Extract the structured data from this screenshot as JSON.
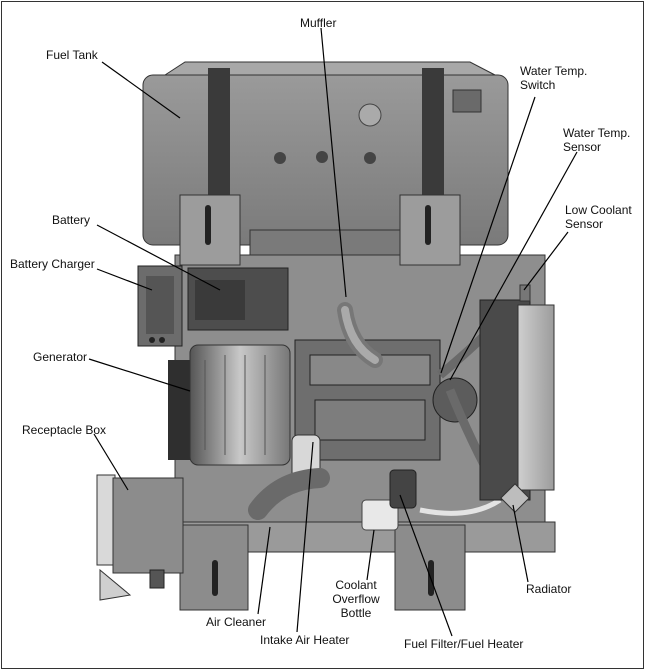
{
  "labels": {
    "muffler": "Muffler",
    "fuel_tank": "Fuel Tank",
    "water_temp_switch": [
      "Water Temp.",
      "Switch"
    ],
    "water_temp_sensor": [
      "Water Temp.",
      "Sensor"
    ],
    "low_coolant_sensor": [
      "Low Coolant",
      "Sensor"
    ],
    "battery": "Battery",
    "battery_charger": "Battery Charger",
    "generator": "Generator",
    "receptacle_box": "Receptacle Box",
    "radiator": "Radiator",
    "coolant_overflow_bottle": [
      "Coolant",
      "Overflow",
      "Bottle"
    ],
    "air_cleaner": "Air Cleaner",
    "intake_air_heater": "Intake Air Heater",
    "fuel_filter_heater": "Fuel Filter/Fuel Heater"
  },
  "colors": {
    "metal_dark": "#5a5a5a",
    "metal_mid": "#8a8a8a",
    "metal_light": "#b5b5b5",
    "strap": "#3a3a3a",
    "leader": "#000000"
  }
}
